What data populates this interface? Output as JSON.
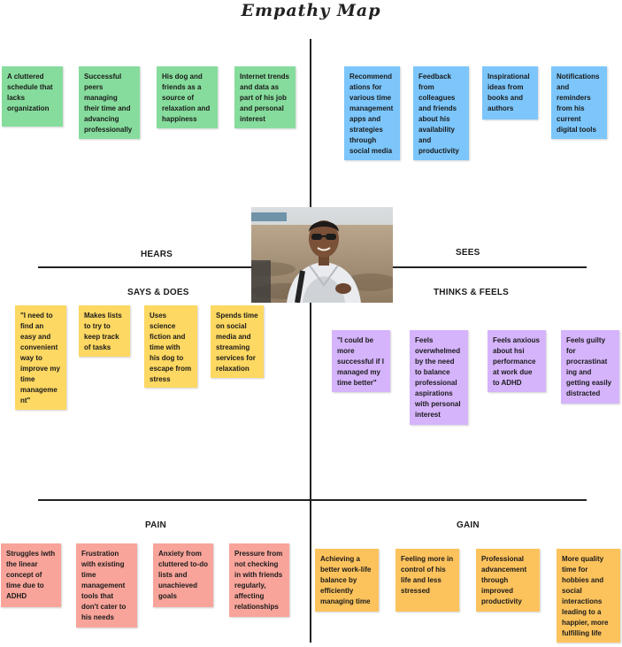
{
  "title": "Empathy Map",
  "sections": {
    "hears": "HEARS",
    "sees": "SEES",
    "says_does": "SAYS & DOES",
    "thinks_feels": "THINKS & FEELS",
    "pain": "PAIN",
    "gain": "GAIN"
  },
  "hears_notes": [
    "A cluttered schedule that lacks organization",
    "Successful peers managing their time and advancing professionally",
    "His dog and friends as a source of relaxation and happiness",
    "Internet trends and data as part of his job and personal interest"
  ],
  "sees_notes": [
    "Recommend ations for various time management apps and strategies through social media",
    "Feedback from colleagues and friends about his availability and productivity",
    "Inspirational ideas from books and authors",
    "Notifications and reminders from his current digital tools"
  ],
  "says_notes": [
    "\"I need to find an easy and convenient way to improve my time manageme nt\"",
    "Makes lists to try to keep track of tasks",
    "Uses science fiction and time with his dog to escape from stress",
    "Spends time on social media and streaming services for relaxation"
  ],
  "thinks_notes": [
    "\"I could be more successful if I managed my time better\"",
    "Feels overwhelmed by the need to balance professional aspirations with personal interest",
    "Feels anxious about hsi performance at work due to ADHD",
    "Feels guilty for procrastinat ing and getting easily distracted"
  ],
  "pain_notes": [
    "Struggles iwth the linear concept of time due to ADHD",
    "Frustration with existing time management tools that don't cater to his needs",
    "Anxiety from cluttered to-do lists and unachieved goals",
    "Pressure from not checking in with friends regularly, affecting relationships"
  ],
  "gain_notes": [
    "Achieving a better work-life balance by efficiently managing time",
    "Feeling more in control of his life and less stressed",
    "Professional advancement through improved productivity",
    "More quality time for hobbies and social interactions leading to a happier, more fulfilling life"
  ],
  "colors": {
    "hears": "#86dc9c",
    "sees": "#7cc6fb",
    "says_does": "#fdd862",
    "thinks_feels": "#d5b4fb",
    "pain": "#f8a49a",
    "gain": "#fcc35d"
  }
}
